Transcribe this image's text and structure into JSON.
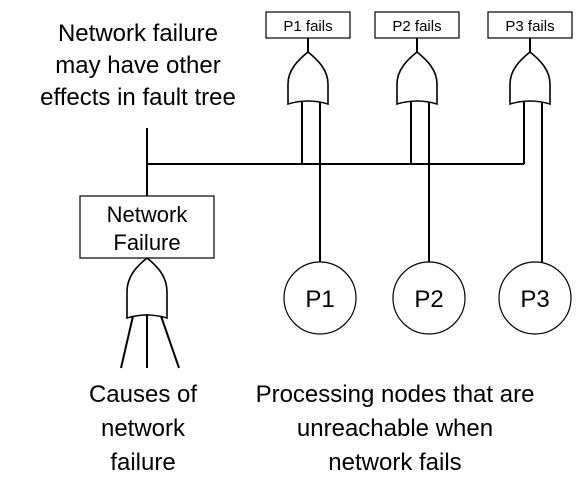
{
  "notes": {
    "network_effect": [
      "Network failure",
      "may have other",
      "effects in fault tree"
    ],
    "causes": [
      "Causes of",
      "network",
      "failure"
    ],
    "processing_nodes": [
      "Processing nodes that are",
      "unreachable when",
      "network fails"
    ]
  },
  "events": {
    "p1_fails": "P1 fails",
    "p2_fails": "P2 fails",
    "p3_fails": "P3 fails",
    "network_failure": [
      "Network",
      "Failure"
    ]
  },
  "nodes": {
    "p1": "P1",
    "p2": "P2",
    "p3": "P3"
  },
  "colors": {
    "stroke": "#000000",
    "background": "#ffffff"
  }
}
